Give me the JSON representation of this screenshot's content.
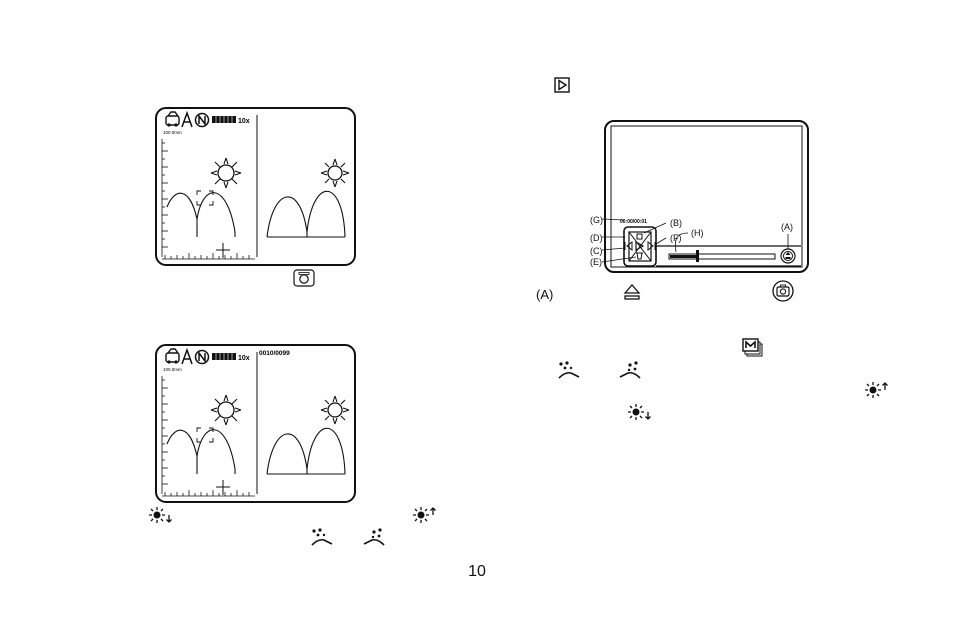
{
  "screen_top": {
    "zoom_label": "10x",
    "scale_label": "100.0mm",
    "counter": ""
  },
  "screen_bottom": {
    "zoom_label": "10x",
    "scale_label": "100.0mm",
    "counter": "0010/0099"
  },
  "playback": {
    "labels": {
      "A": "(A)",
      "B": "(B)",
      "C": "(C)",
      "D": "(D)",
      "E": "(E)",
      "F": "(F)",
      "G": "(G)",
      "H": "(H)"
    },
    "time_readout": "00:00/00:01"
  },
  "caption_a": "(A)",
  "page_number": "10",
  "icons": {
    "playback_mode": "play-mode-icon",
    "camera": "camera-icon",
    "eject": "eject-icon",
    "memory": "memory-icon",
    "brightness_up": "brightness-up-icon",
    "brightness_down": "brightness-down-icon",
    "contrast_up": "contrast-up-icon",
    "contrast_down": "contrast-down-icon"
  }
}
